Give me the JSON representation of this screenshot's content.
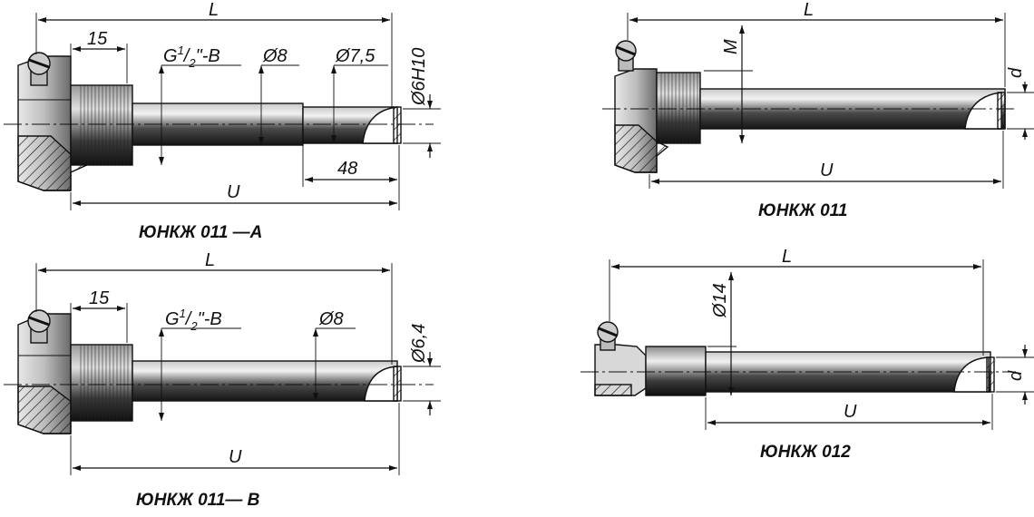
{
  "drawings": {
    "a": {
      "caption": "ЮНКЖ 011 —А",
      "L": "L",
      "U": "U",
      "thread_len": "15",
      "thread": "G1/2\"-B",
      "thread_main": "G",
      "thread_num": "1",
      "thread_den": "2",
      "thread_suffix": "\"-B",
      "d8": "Ø8",
      "d75": "Ø7,5",
      "tip": "Ø6H10",
      "tip_len": "48"
    },
    "b": {
      "caption": "ЮНКЖ 011— В",
      "L": "L",
      "U": "U",
      "thread_len": "15",
      "thread": "G1/2\"-B",
      "thread_main": "G",
      "thread_num": "1",
      "thread_den": "2",
      "thread_suffix": "\"-B",
      "d8": "Ø8",
      "tip": "Ø6,4"
    },
    "c": {
      "caption": "ЮНКЖ 011",
      "L": "L",
      "U": "U",
      "M": "M",
      "d": "d"
    },
    "d": {
      "caption": "ЮНКЖ 012",
      "L": "L",
      "U": "U",
      "d14": "Ø14",
      "d": "d"
    }
  }
}
